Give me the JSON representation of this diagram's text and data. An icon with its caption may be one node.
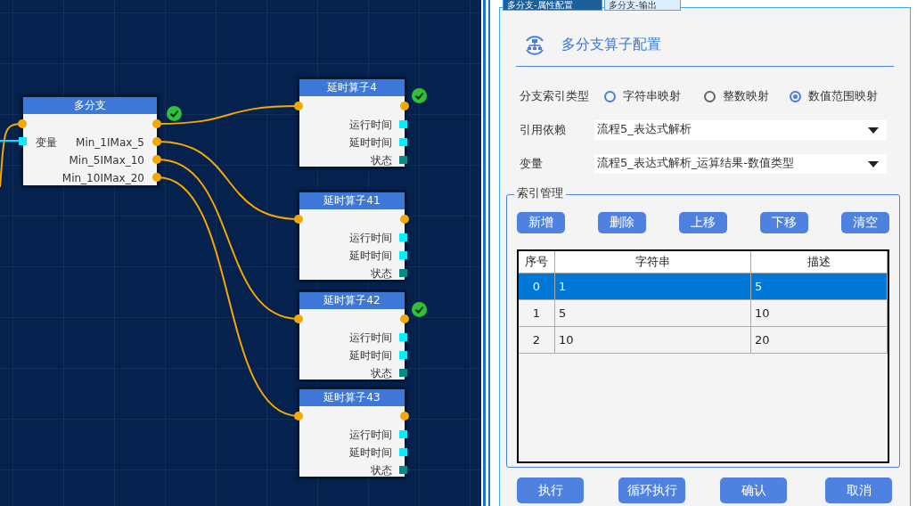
{
  "diagram": {
    "nodes": [
      {
        "text": [
          "多分支",
          "变量",
          "Min_1IMax_5",
          "Min_5IMax_10",
          "Min_10IMax_20"
        ]
      },
      {
        "text": [
          "延时算子4",
          "运行时间",
          "延时时间",
          "状态"
        ]
      },
      {
        "text": [
          "延时算子41",
          "运行时间",
          "延时时间",
          "状态"
        ]
      },
      {
        "text": [
          "延时算子42",
          "运行时间",
          "延时时间",
          "状态"
        ]
      },
      {
        "text": [
          "延时算子43",
          "运行时间",
          "延时时间",
          "状态"
        ]
      }
    ],
    "edges": [
      {
        "from": 0,
        "to": 1,
        "arrow": "none"
      },
      {
        "from": 0,
        "to": 2,
        "arrow": "none"
      },
      {
        "from": 0,
        "to": 3,
        "arrow": "none"
      },
      {
        "from": 0,
        "to": 4,
        "arrow": "none"
      },
      {
        "from": null,
        "to": 0,
        "arrow": "none"
      },
      {
        "from": null,
        "to": 0,
        "arrow": "none",
        "color": "#00e5ff"
      }
    ],
    "labels": [
      "多分支-属性配置",
      "多分支-输出",
      "多分支算子配置",
      "分支索引类型",
      "字符串映射",
      "整数映射",
      "数值范围映射",
      "引用依赖",
      "流程5_表达式解析",
      "变量",
      "流程5_表达式解析_运算结果-数值类型",
      "索引管理",
      "新增",
      "删除",
      "上移",
      "下移",
      "清空",
      "序号",
      "字符串",
      "描述",
      "0",
      "1",
      "5",
      "1",
      "5",
      "10",
      "2",
      "10",
      "20",
      "执行",
      "循环执行",
      "确认",
      "取消"
    ]
  }
}
